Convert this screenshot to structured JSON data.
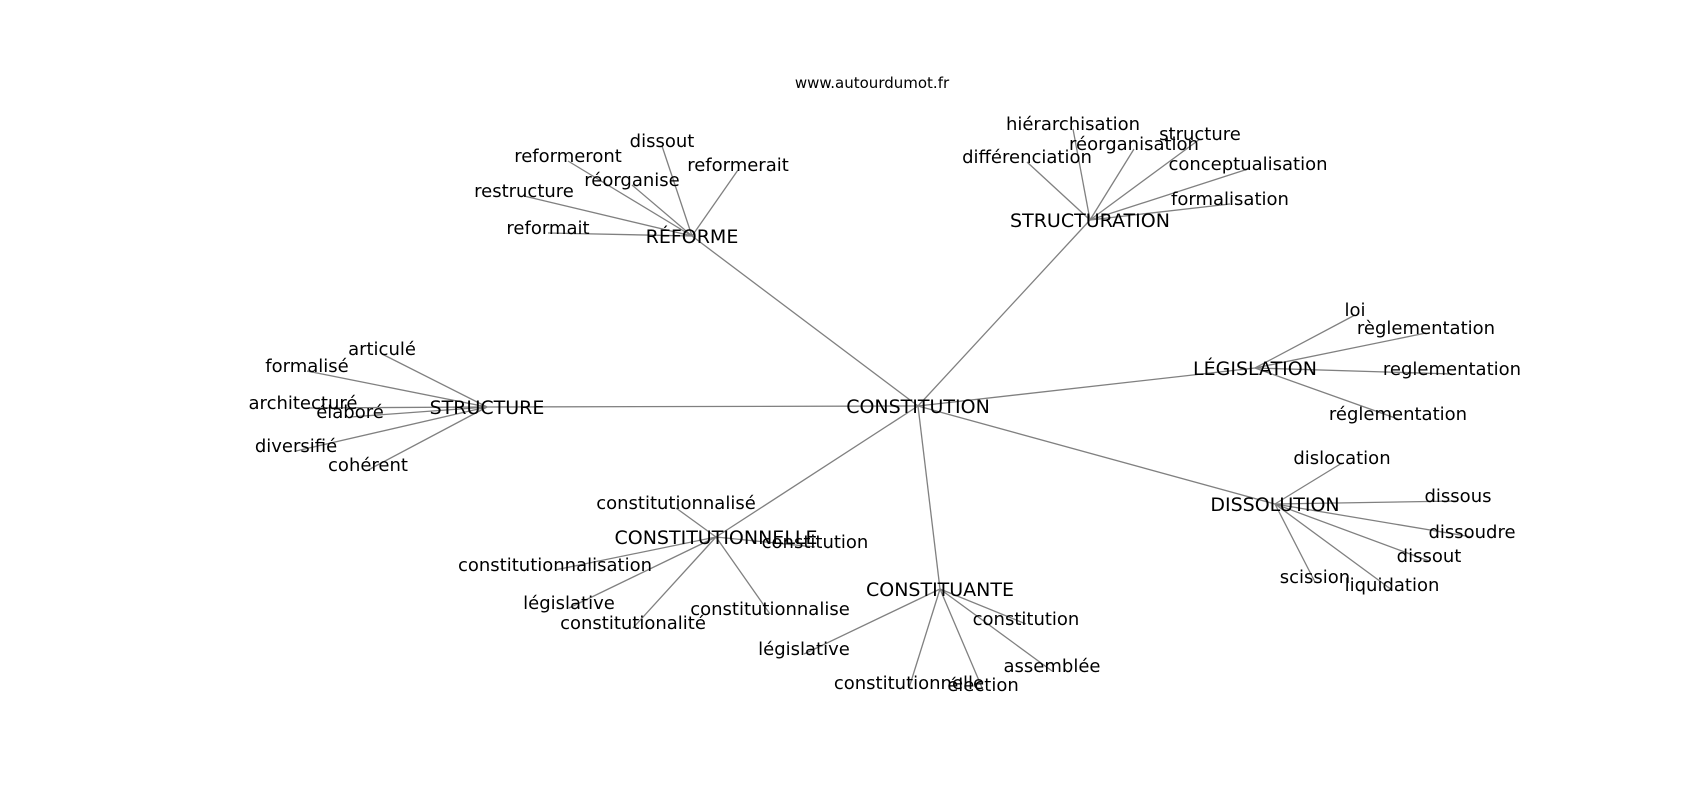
{
  "site": "www.autourdumot.fr",
  "colors": {
    "edge": "#808080",
    "text": "#000000",
    "background": "#ffffff"
  },
  "graph": {
    "root": "CONSTITUTION",
    "hubs": [
      {
        "id": "reforme",
        "label": "RÉFORME",
        "leaves": [
          "dissout",
          "reformeront",
          "réorganise",
          "reformerait",
          "restructure",
          "reformait"
        ]
      },
      {
        "id": "structuration",
        "label": "STRUCTURATION",
        "leaves": [
          "hiérarchisation",
          "structure",
          "réorganisation",
          "différenciation",
          "conceptualisation",
          "formalisation"
        ]
      },
      {
        "id": "legislation",
        "label": "LÉGISLATION",
        "leaves": [
          "loi",
          "règlementation",
          "reglementation",
          "réglementation"
        ]
      },
      {
        "id": "dissolution",
        "label": "DISSOLUTION",
        "leaves": [
          "dislocation",
          "dissous",
          "dissoudre",
          "dissout",
          "liquidation",
          "scission"
        ]
      },
      {
        "id": "constituante",
        "label": "CONSTITUANTE",
        "leaves": [
          "constitution",
          "assemblée",
          "élection",
          "constitutionnelle",
          "législative"
        ]
      },
      {
        "id": "constitutionnelle",
        "label": "CONSTITUTIONNELLE",
        "leaves": [
          "constitutionnalisé",
          "constitution",
          "constitutionnalisation",
          "législative",
          "constitutionnalise",
          "constitutionalité"
        ]
      },
      {
        "id": "structure",
        "label": "STRUCTURE",
        "leaves": [
          "articulé",
          "formalisé",
          "architecturé",
          "élaboré",
          "diversifié",
          "cohérent"
        ]
      }
    ]
  }
}
